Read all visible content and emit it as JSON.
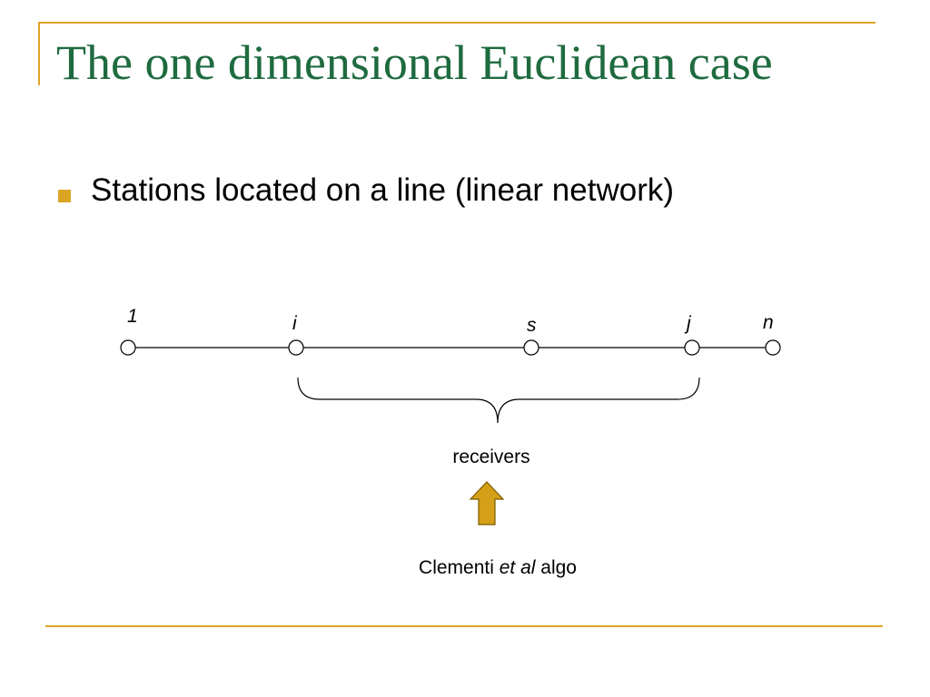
{
  "slide": {
    "title": "The one dimensional Euclidean case",
    "bullet": "Stations located on a line (linear network)",
    "colors": {
      "title": "#1e6b3f",
      "accent": "#e0a526",
      "arrow_fill": "#d4a017",
      "arrow_stroke": "#7a5a00"
    }
  },
  "diagram": {
    "nodes": [
      {
        "label": "1"
      },
      {
        "label": "i"
      },
      {
        "label": "s"
      },
      {
        "label": "j"
      },
      {
        "label": "n"
      }
    ],
    "brace_label": "receivers",
    "algo_prefix": "Clementi",
    "algo_italic": "et al",
    "algo_suffix": "algo",
    "arrow_icon": "up-arrow-icon"
  }
}
